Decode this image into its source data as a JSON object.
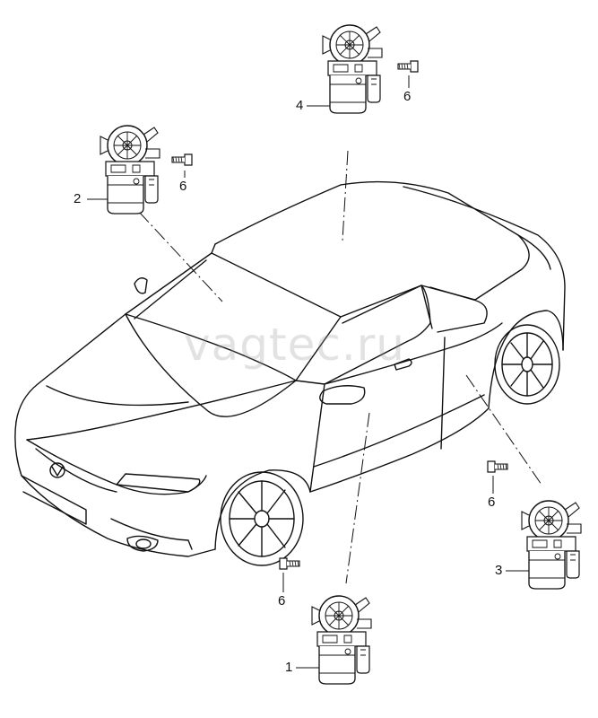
{
  "watermark": "vagtec.ru",
  "callouts": {
    "c1": "1",
    "c2": "2",
    "c3": "3",
    "c4": "4",
    "c6_left": "6",
    "c6_top": "6",
    "c6_right": "6",
    "c6_bottom": "6"
  },
  "colors": {
    "line": "#111111",
    "background": "#ffffff",
    "watermark": "#969696"
  },
  "icons": [
    "window-regulator-motor-icon",
    "screw-icon",
    "car-outline-icon"
  ]
}
